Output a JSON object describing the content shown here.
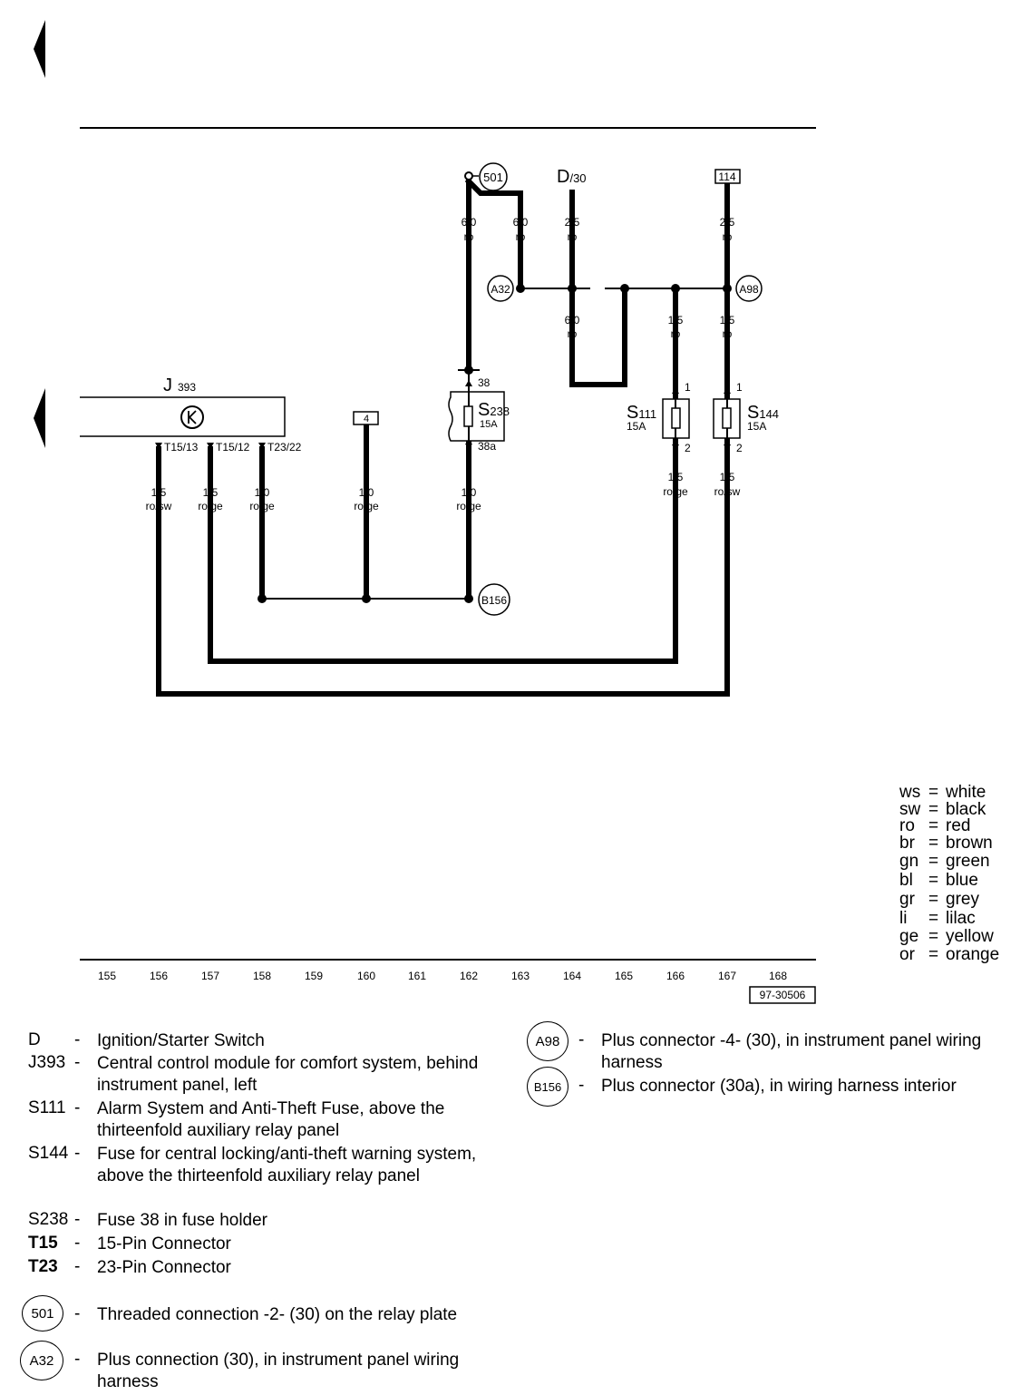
{
  "top_nodes": {
    "c501": "501",
    "d30": "D",
    "d30_sub": "/30",
    "b114": "114"
  },
  "wires": {
    "w501a": [
      "6,0",
      "ro"
    ],
    "w501b": [
      "6,0",
      "ro"
    ],
    "wD": [
      "2,5",
      "ro"
    ],
    "w114": [
      "2,5",
      "ro"
    ],
    "wD_low": [
      "6,0",
      "ro"
    ],
    "w_s111_top": [
      "1,5",
      "ro"
    ],
    "w_s144_top": [
      "1,5",
      "ro"
    ],
    "w_t1513": [
      "1,5",
      "ro/sw"
    ],
    "w_t1512": [
      "1,5",
      "ro/ge"
    ],
    "w_t2322": [
      "1,0",
      "ro/ge"
    ],
    "w_b4": [
      "1,0",
      "ro/ge"
    ],
    "w_s238_bot": [
      "1,0",
      "ro/ge"
    ],
    "w_s111_bot": [
      "1,5",
      "ro/ge"
    ],
    "w_s144_bot": [
      "1,5",
      "ro/sw"
    ]
  },
  "connectors": {
    "a32": "A32",
    "a98": "A98",
    "b156": "B156",
    "box4": "4"
  },
  "components": {
    "j393_main": "J",
    "j393_sub": "393",
    "t1513": "T15/13",
    "t1512": "T15/12",
    "t2322": "T23/22",
    "s238_main": "S",
    "s238_sub": "238",
    "s238_amp": "15A",
    "s238_pin_top": "38",
    "s238_pin_bot": "38a",
    "s111_main": "S",
    "s111_sub": "111",
    "s111_amp": "15A",
    "s111_pin_top": "1",
    "s111_pin_bot": "2",
    "s144_main": "S",
    "s144_sub": "144",
    "s144_amp": "15A",
    "s144_pin_top": "1",
    "s144_pin_bot": "2"
  },
  "color_legend": [
    [
      "ws",
      "=",
      "white"
    ],
    [
      "sw",
      "=",
      "black"
    ],
    [
      "ro",
      "=",
      "red"
    ],
    [
      "br",
      "=",
      "brown"
    ],
    [
      "gn",
      "=",
      "green"
    ],
    [
      "bl",
      "=",
      "blue"
    ],
    [
      "gr",
      "=",
      "grey"
    ],
    [
      "li",
      "=",
      "lilac"
    ],
    [
      "ge",
      "=",
      "yellow"
    ],
    [
      "or",
      "=",
      "orange"
    ]
  ],
  "ruler": [
    "155",
    "156",
    "157",
    "158",
    "159",
    "160",
    "161",
    "162",
    "163",
    "164",
    "165",
    "166",
    "167",
    "168"
  ],
  "figure_id": "97-30506",
  "key_left": [
    {
      "code": "D",
      "dash": "-",
      "desc": "Ignition/Starter Switch"
    },
    {
      "code": "J393",
      "dash": "-",
      "desc": "Central control module for comfort system, behind instrument panel, left"
    },
    {
      "code": "S111",
      "dash": "-",
      "desc": "Alarm System and Anti-Theft Fuse, above the thirteenfold auxiliary relay panel"
    },
    {
      "code": "S144",
      "dash": "-",
      "desc": "Fuse for central locking/anti-theft warning system, above the thirteenfold auxiliary relay panel"
    },
    {
      "code": "S238",
      "dash": "-",
      "desc": "Fuse 38 in fuse holder"
    },
    {
      "code": "T15",
      "dash": "-",
      "desc": "15-Pin Connector"
    },
    {
      "code": "T23",
      "dash": "-",
      "desc": "23-Pin Connector"
    }
  ],
  "key_circles_left": [
    {
      "code": "501",
      "dash": "-",
      "desc": "Threaded connection -2- (30) on the relay plate"
    },
    {
      "code": "A32",
      "dash": "-",
      "desc": "Plus connection (30), in instrument panel wiring harness"
    }
  ],
  "key_circles_right": [
    {
      "code": "A98",
      "dash": "-",
      "desc": "Plus connector -4- (30), in instrument panel wiring harness"
    },
    {
      "code": "B156",
      "dash": "-",
      "desc": "Plus connector (30a), in wiring harness interior"
    }
  ]
}
